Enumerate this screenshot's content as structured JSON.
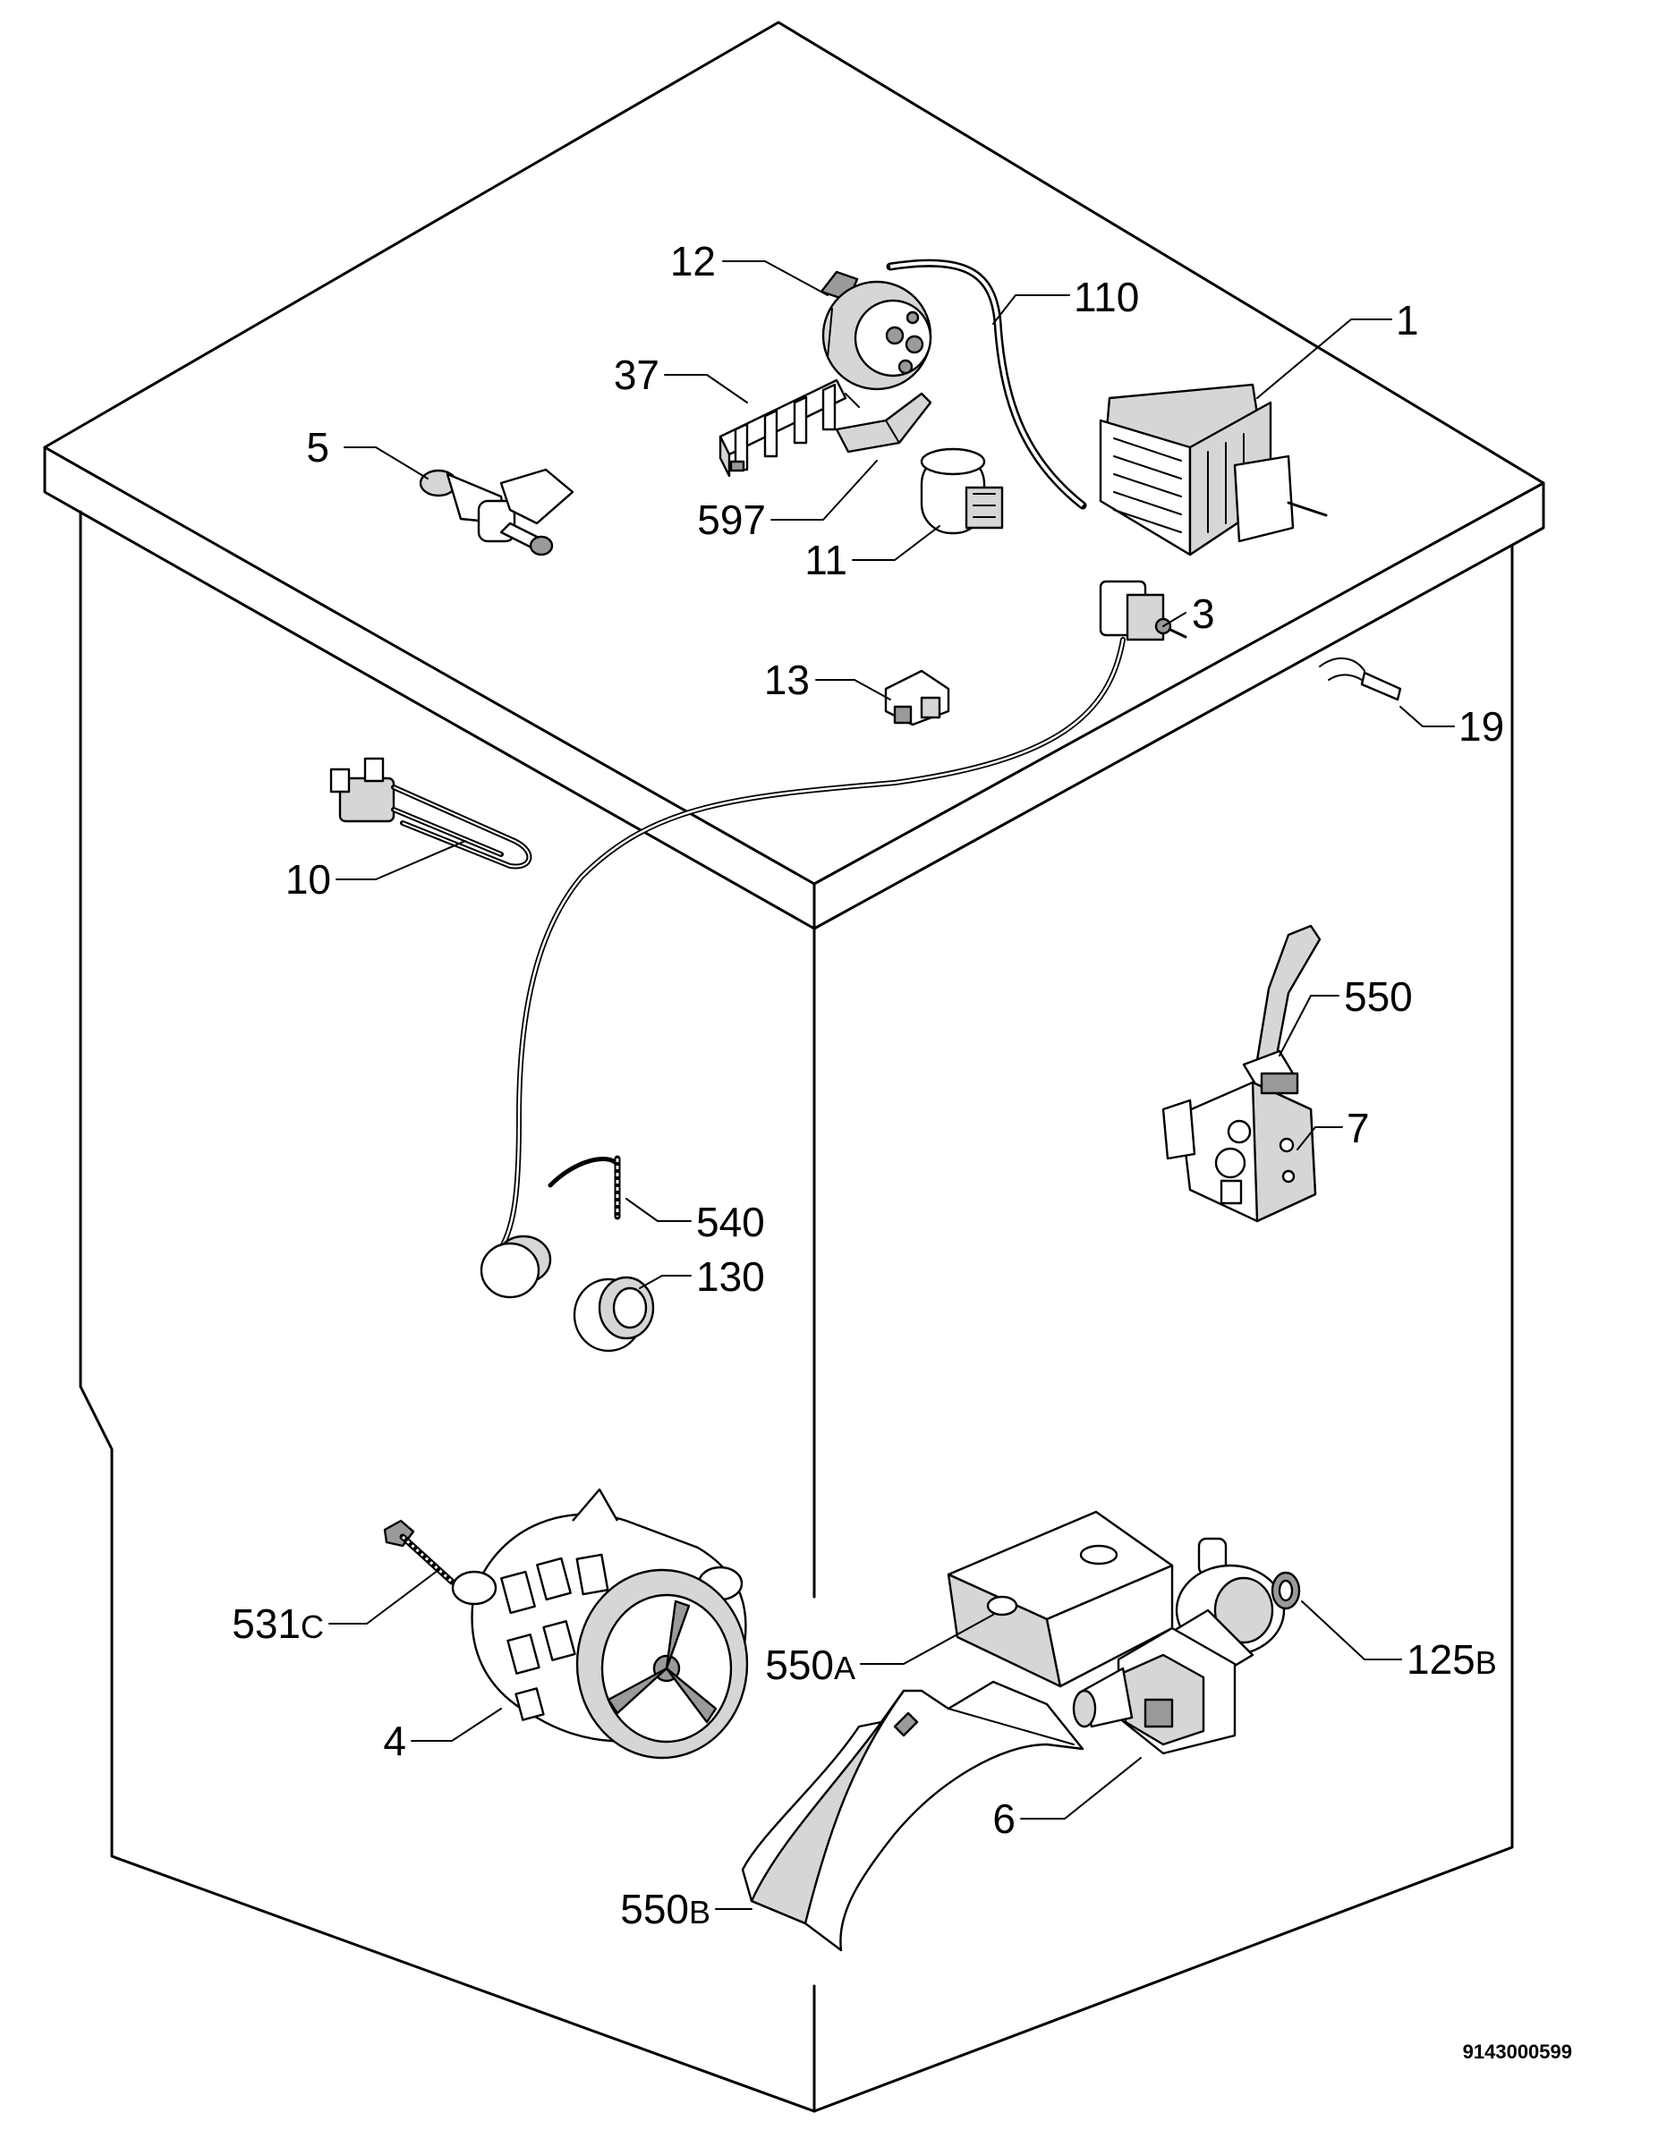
{
  "callouts": [
    {
      "id": "12",
      "text": "12"
    },
    {
      "id": "110",
      "text": "110"
    },
    {
      "id": "1",
      "text": "1"
    },
    {
      "id": "37",
      "text": "37"
    },
    {
      "id": "5",
      "text": "5"
    },
    {
      "id": "597",
      "text": "597"
    },
    {
      "id": "11",
      "text": "11"
    },
    {
      "id": "3",
      "text": "3"
    },
    {
      "id": "13",
      "text": "13"
    },
    {
      "id": "19",
      "text": "19"
    },
    {
      "id": "10",
      "text": "10"
    },
    {
      "id": "550",
      "text": "550"
    },
    {
      "id": "7",
      "text": "7"
    },
    {
      "id": "540",
      "text": "540"
    },
    {
      "id": "130",
      "text": "130"
    },
    {
      "id": "531c",
      "text": "531",
      "suffix": "C"
    },
    {
      "id": "550a",
      "text": "550",
      "suffix": "A"
    },
    {
      "id": "125b",
      "text": "125",
      "suffix": "B"
    },
    {
      "id": "4",
      "text": "4"
    },
    {
      "id": "6",
      "text": "6"
    },
    {
      "id": "550b",
      "text": "550",
      "suffix": "B"
    }
  ],
  "drawing_code": "9143000599"
}
